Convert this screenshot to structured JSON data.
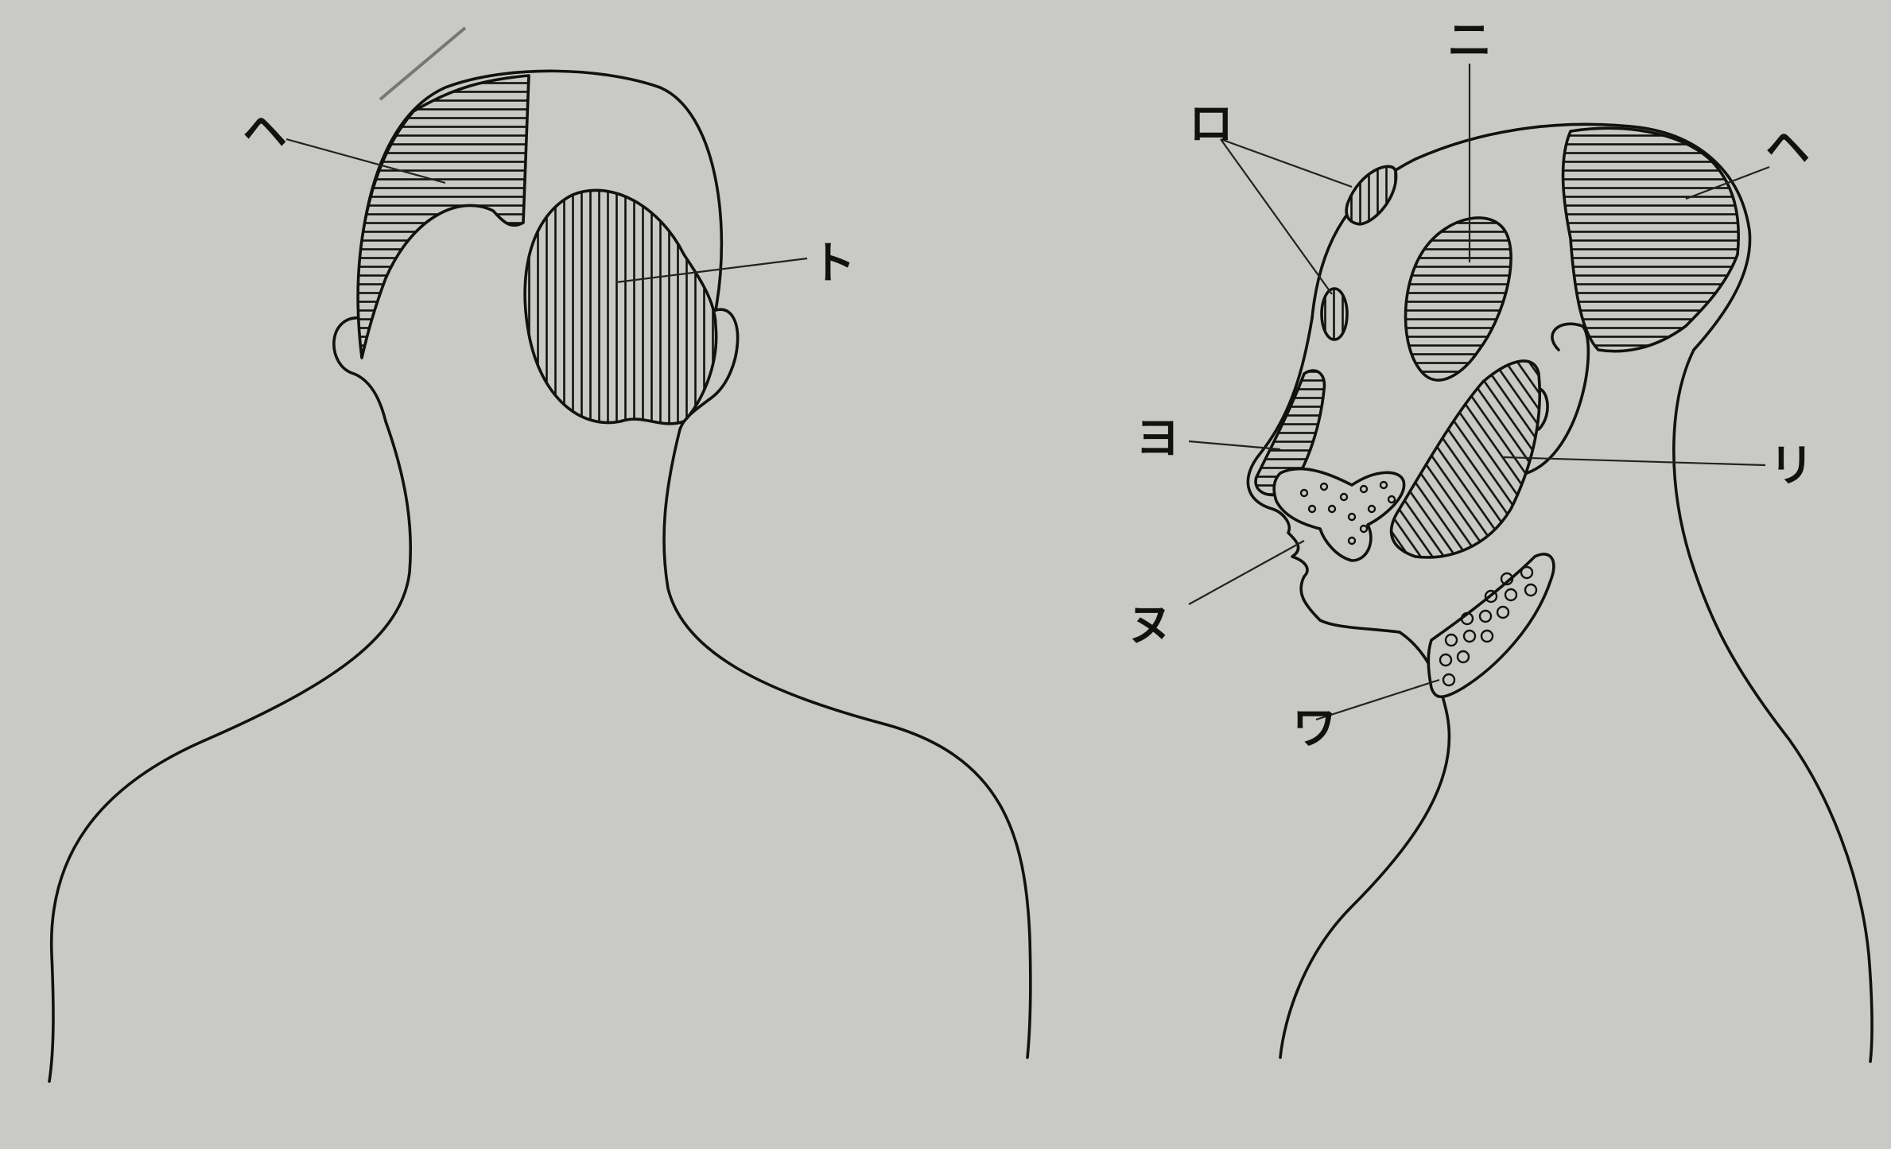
{
  "labels": {
    "back_top": "ヘ",
    "back_occiput": "ト",
    "side_ro": "ロ",
    "side_ni": "ニ",
    "side_he": "ヘ",
    "side_yo": "ヨ",
    "side_ri": "リ",
    "side_nu": "ヌ",
    "side_wa": "ワ"
  },
  "colors": {
    "paper": "#c9c9c5",
    "ink": "#111111"
  }
}
